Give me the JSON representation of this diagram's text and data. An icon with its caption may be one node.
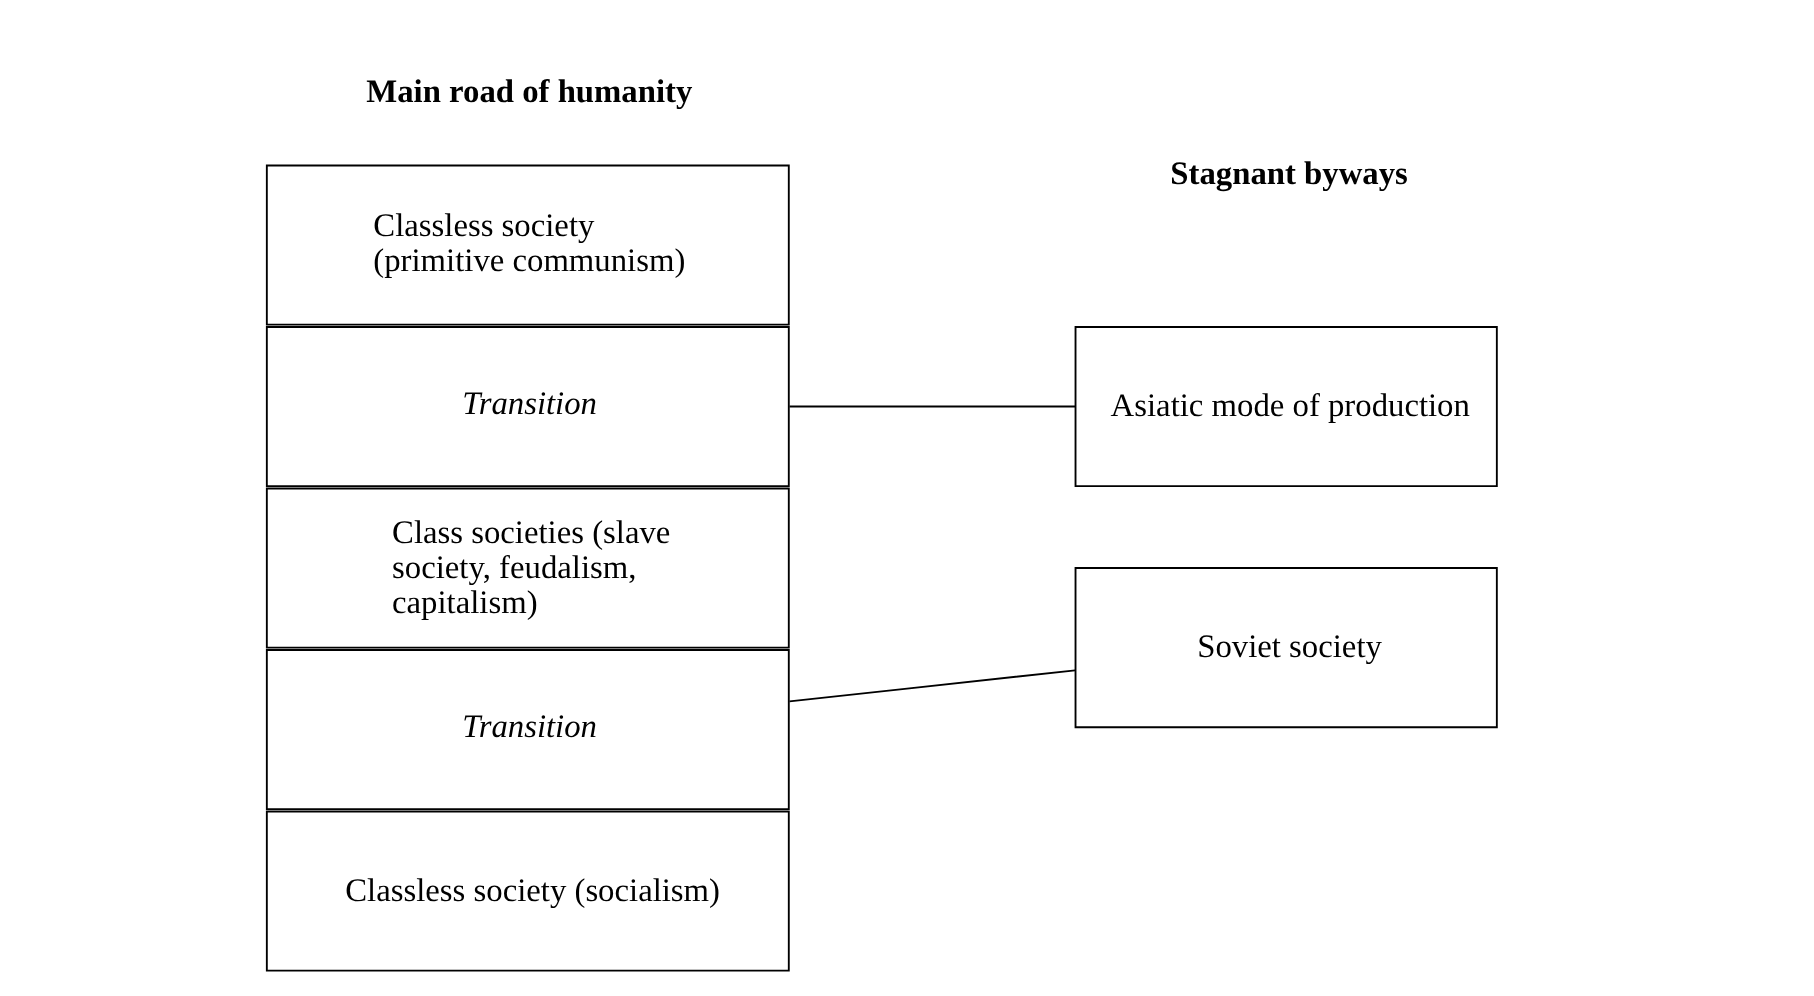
{
  "diagram": {
    "nodes": [
      {
        "text": [
          "Classless society (primitive communism)"
        ]
      },
      {
        "text": [
          "Transition"
        ]
      },
      {
        "text": [
          "Class societies (slave society, feudalism, capitalism)"
        ]
      },
      {
        "text": [
          "Transition"
        ]
      },
      {
        "text": [
          "Classless society (socialism)"
        ]
      },
      {
        "text": [
          "Asiatic mode of production"
        ]
      },
      {
        "text": [
          "Soviet society"
        ]
      }
    ],
    "edges": [
      {
        "from": 1,
        "to": 5,
        "arrow": "none"
      },
      {
        "from": 3,
        "to": 6,
        "arrow": "none"
      }
    ],
    "labels": [
      "Main road of humanity",
      "Stagnant byways"
    ]
  }
}
